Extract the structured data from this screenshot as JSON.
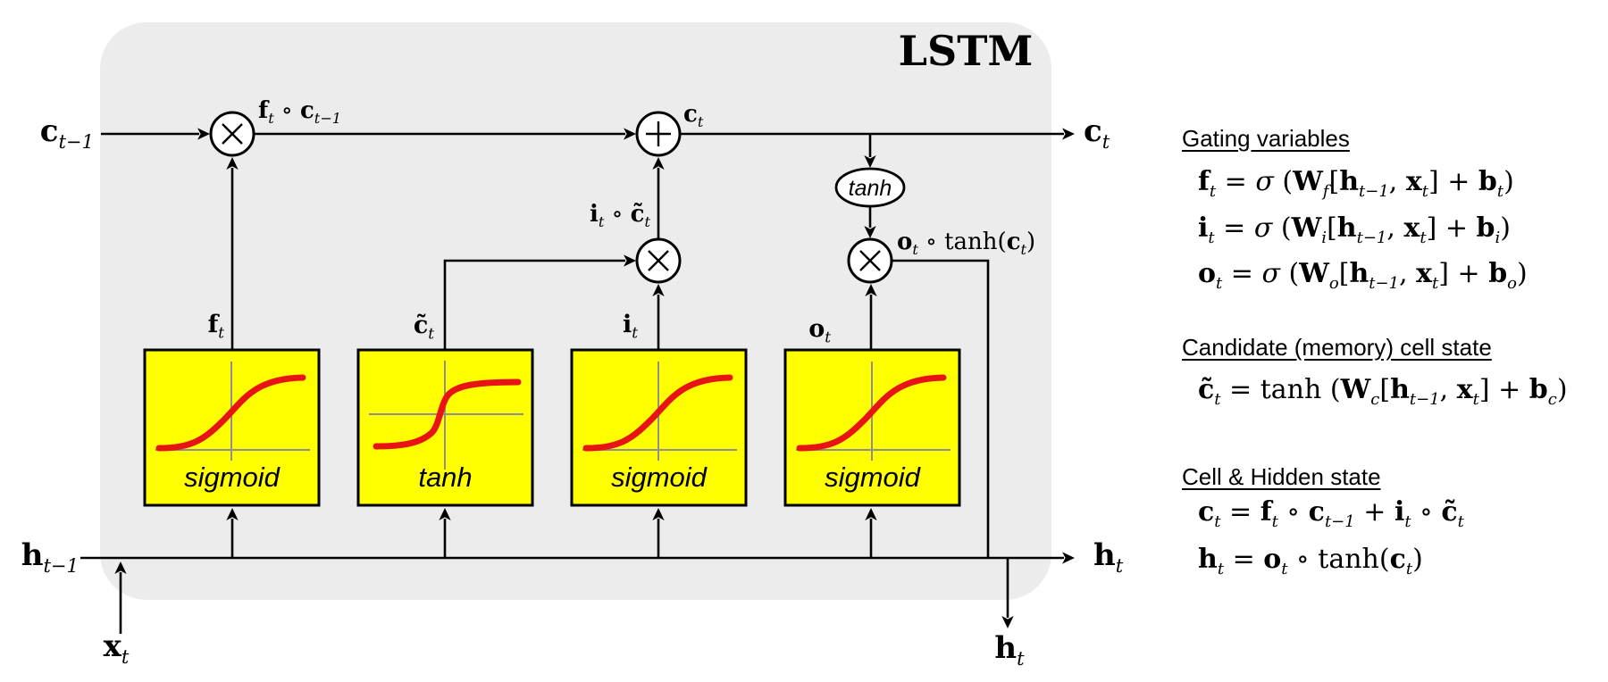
{
  "title": "LSTM",
  "colors": {
    "cell_bg": "#ececec",
    "gate_fill": "#ffff00",
    "curve_red": "#e81414",
    "line": "#000000",
    "axis_gray": "#8f8f8f"
  },
  "diagram": {
    "labels": {
      "c_prev": [
        {
          "t": "c",
          "b": 1
        },
        {
          "t": "t−1",
          "sub": 1,
          "i": 1
        }
      ],
      "h_prev": [
        {
          "t": "h",
          "b": 1
        },
        {
          "t": "t−1",
          "sub": 1,
          "i": 1
        }
      ],
      "x_in": [
        {
          "t": "x",
          "b": 1
        },
        {
          "t": "t",
          "sub": 1,
          "i": 1
        }
      ],
      "c_out": [
        {
          "t": "c",
          "b": 1
        },
        {
          "t": "t",
          "sub": 1,
          "i": 1
        }
      ],
      "h_out_right": [
        {
          "t": "h",
          "b": 1
        },
        {
          "t": "t",
          "sub": 1,
          "i": 1
        }
      ],
      "h_out_bottom": [
        {
          "t": "h",
          "b": 1
        },
        {
          "t": "t",
          "sub": 1,
          "i": 1
        }
      ],
      "forget_product": [
        {
          "t": "f",
          "b": 1
        },
        {
          "t": "t",
          "sub": 1,
          "i": 1
        },
        {
          "t": " ∘ "
        },
        {
          "t": "c",
          "b": 1
        },
        {
          "t": "t−1",
          "sub": 1,
          "i": 1
        }
      ],
      "cell_new": [
        {
          "t": "c",
          "b": 1
        },
        {
          "t": "t",
          "sub": 1,
          "i": 1
        }
      ],
      "input_product": [
        {
          "t": "i",
          "b": 1
        },
        {
          "t": "t",
          "sub": 1,
          "i": 1
        },
        {
          "t": " ∘ "
        },
        {
          "t": "c̃",
          "b": 1
        },
        {
          "t": "t",
          "sub": 1,
          "i": 1
        }
      ],
      "output_product": [
        {
          "t": "o",
          "b": 1
        },
        {
          "t": "t",
          "sub": 1,
          "i": 1
        },
        {
          "t": " ∘ tanh("
        },
        {
          "t": "c",
          "b": 1
        },
        {
          "t": "t",
          "sub": 1,
          "i": 1
        },
        {
          "t": ")"
        }
      ],
      "f_gate": [
        {
          "t": "f",
          "b": 1
        },
        {
          "t": "t",
          "sub": 1,
          "i": 1
        }
      ],
      "c_cand": [
        {
          "t": "c̃",
          "b": 1
        },
        {
          "t": "t",
          "sub": 1,
          "i": 1
        }
      ],
      "i_gate": [
        {
          "t": "i",
          "b": 1
        },
        {
          "t": "t",
          "sub": 1,
          "i": 1
        }
      ],
      "o_gate": [
        {
          "t": "o",
          "b": 1
        },
        {
          "t": "t",
          "sub": 1,
          "i": 1
        }
      ]
    },
    "activations": [
      "sigmoid",
      "tanh",
      "sigmoid",
      "sigmoid"
    ],
    "ops": {
      "tanh_node": "tanh"
    }
  },
  "panel": {
    "sections": [
      {
        "heading": "Gating variables",
        "equations": [
          [
            {
              "t": "f",
              "b": 1
            },
            {
              "t": "t",
              "sub": 1,
              "i": 1
            },
            {
              "t": " = "
            },
            {
              "t": "σ",
              "i": 1
            },
            {
              "t": " ("
            },
            {
              "t": "W",
              "b": 1
            },
            {
              "t": "f",
              "sub": 1,
              "i": 1
            },
            {
              "t": "["
            },
            {
              "t": "h",
              "b": 1
            },
            {
              "t": "t−1",
              "sub": 1,
              "i": 1
            },
            {
              "t": ", "
            },
            {
              "t": "x",
              "b": 1
            },
            {
              "t": "t",
              "sub": 1,
              "i": 1
            },
            {
              "t": "] + "
            },
            {
              "t": "b",
              "b": 1
            },
            {
              "t": "t",
              "sub": 1,
              "i": 1
            },
            {
              "t": ")"
            }
          ],
          [
            {
              "t": "i",
              "b": 1
            },
            {
              "t": "t",
              "sub": 1,
              "i": 1
            },
            {
              "t": " = "
            },
            {
              "t": "σ",
              "i": 1
            },
            {
              "t": " ("
            },
            {
              "t": "W",
              "b": 1
            },
            {
              "t": "i",
              "sub": 1,
              "i": 1
            },
            {
              "t": "["
            },
            {
              "t": "h",
              "b": 1
            },
            {
              "t": "t−1",
              "sub": 1,
              "i": 1
            },
            {
              "t": ", "
            },
            {
              "t": "x",
              "b": 1
            },
            {
              "t": "t",
              "sub": 1,
              "i": 1
            },
            {
              "t": "] + "
            },
            {
              "t": "b",
              "b": 1
            },
            {
              "t": "i",
              "sub": 1,
              "i": 1
            },
            {
              "t": ")"
            }
          ],
          [
            {
              "t": "o",
              "b": 1
            },
            {
              "t": "t",
              "sub": 1,
              "i": 1
            },
            {
              "t": " = "
            },
            {
              "t": "σ",
              "i": 1
            },
            {
              "t": " ("
            },
            {
              "t": "W",
              "b": 1
            },
            {
              "t": "o",
              "sub": 1,
              "i": 1
            },
            {
              "t": "["
            },
            {
              "t": "h",
              "b": 1
            },
            {
              "t": "t−1",
              "sub": 1,
              "i": 1
            },
            {
              "t": ", "
            },
            {
              "t": "x",
              "b": 1
            },
            {
              "t": "t",
              "sub": 1,
              "i": 1
            },
            {
              "t": "] + "
            },
            {
              "t": "b",
              "b": 1
            },
            {
              "t": "o",
              "sub": 1,
              "i": 1
            },
            {
              "t": ")"
            }
          ]
        ]
      },
      {
        "heading": "Candidate (memory) cell state",
        "equations": [
          [
            {
              "t": "c̃",
              "b": 1
            },
            {
              "t": "t",
              "sub": 1,
              "i": 1
            },
            {
              "t": " = tanh ("
            },
            {
              "t": "W",
              "b": 1
            },
            {
              "t": "c",
              "sub": 1,
              "i": 1
            },
            {
              "t": "["
            },
            {
              "t": "h",
              "b": 1
            },
            {
              "t": "t−1",
              "sub": 1,
              "i": 1
            },
            {
              "t": ", "
            },
            {
              "t": "x",
              "b": 1
            },
            {
              "t": "t",
              "sub": 1,
              "i": 1
            },
            {
              "t": "] + "
            },
            {
              "t": "b",
              "b": 1
            },
            {
              "t": "c",
              "sub": 1,
              "i": 1
            },
            {
              "t": ")"
            }
          ]
        ]
      },
      {
        "heading": "Cell & Hidden state",
        "equations": [
          [
            {
              "t": "c",
              "b": 1
            },
            {
              "t": "t",
              "sub": 1,
              "i": 1
            },
            {
              "t": " = "
            },
            {
              "t": "f",
              "b": 1
            },
            {
              "t": "t",
              "sub": 1,
              "i": 1
            },
            {
              "t": " ∘ "
            },
            {
              "t": "c",
              "b": 1
            },
            {
              "t": "t−1",
              "sub": 1,
              "i": 1
            },
            {
              "t": " + "
            },
            {
              "t": "i",
              "b": 1
            },
            {
              "t": "t",
              "sub": 1,
              "i": 1
            },
            {
              "t": " ∘ "
            },
            {
              "t": "c̃",
              "b": 1
            },
            {
              "t": "t",
              "sub": 1,
              "i": 1
            }
          ],
          [
            {
              "t": "h",
              "b": 1
            },
            {
              "t": "t",
              "sub": 1,
              "i": 1
            },
            {
              "t": " = "
            },
            {
              "t": "o",
              "b": 1
            },
            {
              "t": "t",
              "sub": 1,
              "i": 1
            },
            {
              "t": " ∘ tanh("
            },
            {
              "t": "c",
              "b": 1
            },
            {
              "t": "t",
              "sub": 1,
              "i": 1
            },
            {
              "t": ")"
            }
          ]
        ]
      }
    ]
  }
}
